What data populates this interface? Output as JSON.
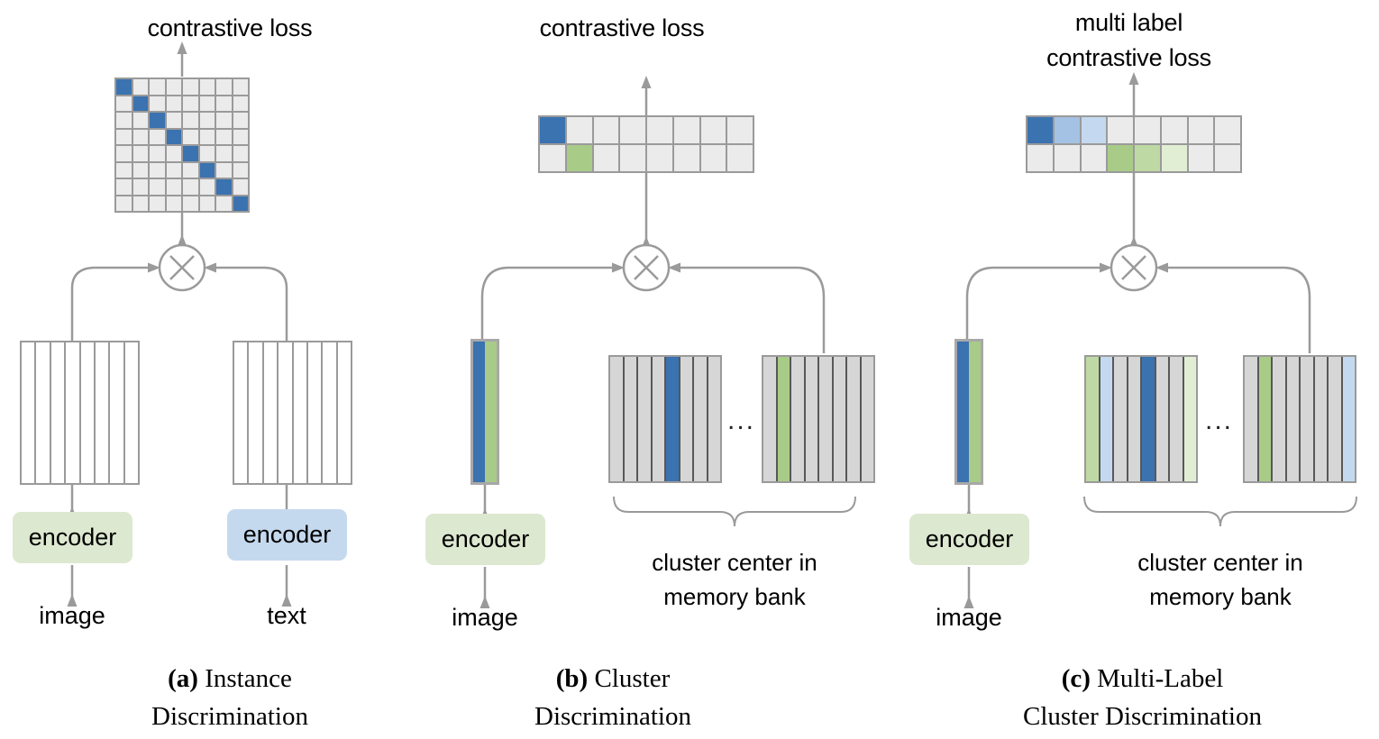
{
  "figure": {
    "background": "#ffffff",
    "colors": {
      "blue_dark": "#3b72b0",
      "blue_mid": "#a4c2e3",
      "blue_light": "#c4d9ef",
      "green_dark": "#a8cc87",
      "green_mid": "#bed9a4",
      "green_light": "#e1eed4",
      "cell_gray": "#ebebeb",
      "stripe_gray": "#d6d6d6",
      "line_gray": "#9a9a9a",
      "encoder_green": "#dde8d0",
      "encoder_blue": "#c5d9ee"
    }
  },
  "panels": [
    {
      "id": "a",
      "loss_title": "contrastive loss",
      "caption_tag": "(a)",
      "caption_line1": "Instance",
      "caption_line2": "Discrimination",
      "matrix": {
        "rows": 8,
        "cols": 8,
        "type": "identity-diagonal",
        "highlight_color": "#3b72b0",
        "base_color": "#ebebeb",
        "diagonal": [
          0,
          1,
          2,
          3,
          4,
          5,
          6,
          7
        ]
      },
      "branches": [
        {
          "feature_stripes": 8,
          "encoder_label": "encoder",
          "encoder_color": "#dde8d0",
          "input_label": "image"
        },
        {
          "feature_stripes": 8,
          "encoder_label": "encoder",
          "encoder_color": "#c5d9ee",
          "input_label": "text"
        }
      ],
      "operator": "multiply-circle"
    },
    {
      "id": "b",
      "loss_title": "contrastive loss",
      "caption_tag": "(b)",
      "caption_line1": "Cluster",
      "caption_line2": "Discrimination",
      "matrix": {
        "rows": 2,
        "cols": 8,
        "type": "single-label",
        "base_color": "#ebebeb",
        "cells": [
          [
            "#3b72b0",
            "#ebebeb",
            "#ebebeb",
            "#ebebeb",
            "#ebebeb",
            "#ebebeb",
            "#ebebeb",
            "#ebebeb"
          ],
          [
            "#ebebeb",
            "#a8cc87",
            "#ebebeb",
            "#ebebeb",
            "#ebebeb",
            "#ebebeb",
            "#ebebeb",
            "#ebebeb"
          ]
        ]
      },
      "feature_column": {
        "left_color": "#3b72b0",
        "right_color": "#a8cc87"
      },
      "encoder_label": "encoder",
      "encoder_color": "#dde8d0",
      "input_label": "image",
      "memory_bank": {
        "label_line1": "cluster center in",
        "label_line2": "memory bank",
        "ellipsis": "...",
        "blocks": [
          {
            "stripes": [
              "#d6d6d6",
              "#d6d6d6",
              "#d6d6d6",
              "#d6d6d6",
              "#3b72b0",
              "#d6d6d6",
              "#d6d6d6",
              "#d6d6d6"
            ]
          },
          {
            "stripes": [
              "#d6d6d6",
              "#a8cc87",
              "#d6d6d6",
              "#d6d6d6",
              "#d6d6d6",
              "#d6d6d6",
              "#d6d6d6",
              "#d6d6d6"
            ]
          }
        ]
      },
      "operator": "multiply-circle"
    },
    {
      "id": "c",
      "loss_title_line1": "multi label",
      "loss_title_line2": "contrastive loss",
      "caption_tag": "(c)",
      "caption_line1": "Multi-Label",
      "caption_line2": "Cluster Discrimination",
      "matrix": {
        "rows": 2,
        "cols": 8,
        "type": "multi-label",
        "base_color": "#ebebeb",
        "cells": [
          [
            "#3b72b0",
            "#a4c2e3",
            "#c4d9ef",
            "#ebebeb",
            "#ebebeb",
            "#ebebeb",
            "#ebebeb",
            "#ebebeb"
          ],
          [
            "#ebebeb",
            "#ebebeb",
            "#ebebeb",
            "#a8cc87",
            "#bed9a4",
            "#e1eed4",
            "#ebebeb",
            "#ebebeb"
          ]
        ]
      },
      "feature_column": {
        "left_color": "#3b72b0",
        "right_color": "#a8cc87"
      },
      "encoder_label": "encoder",
      "encoder_color": "#dde8d0",
      "input_label": "image",
      "memory_bank": {
        "label_line1": "cluster center in",
        "label_line2": "memory bank",
        "ellipsis": "...",
        "blocks": [
          {
            "stripes": [
              "#bed9a4",
              "#c4d9ef",
              "#d6d6d6",
              "#d6d6d6",
              "#3b72b0",
              "#d6d6d6",
              "#d6d6d6",
              "#e1eed4"
            ]
          },
          {
            "stripes": [
              "#d6d6d6",
              "#a8cc87",
              "#d6d6d6",
              "#d6d6d6",
              "#d6d6d6",
              "#d6d6d6",
              "#d6d6d6",
              "#c4d9ef"
            ]
          }
        ]
      },
      "operator": "multiply-circle"
    }
  ]
}
